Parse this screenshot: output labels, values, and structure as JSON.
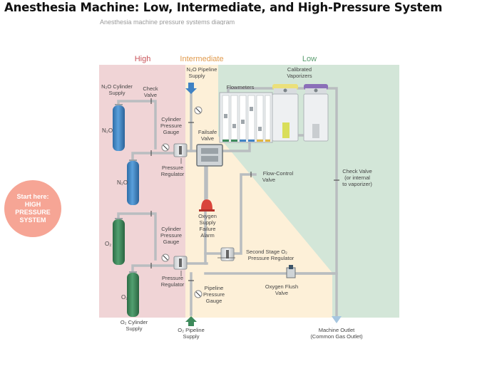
{
  "title": "Anesthesia Machine: Low, Intermediate, and High-Pressure System",
  "subtitle_clipped": "Anesthesia machine pressure systems diagram",
  "start_button": {
    "line1": "Start here:",
    "line2": "HIGH PRESSURE",
    "line3": "SYSTEM"
  },
  "zones": {
    "high": "High",
    "intermediate": "Intermediate",
    "low": "Low"
  },
  "colors": {
    "high_zone": "#f0d4d6",
    "intermediate_zone": "#fdf0d8",
    "low_zone": "#d3e6d8",
    "high_label": "#c9545a",
    "intermediate_label": "#e09a4c",
    "low_label": "#5a9d6f",
    "pipe": "#b9bdc0",
    "n2o_cylinder": "#3f82c4",
    "o2_cylinder": "#3d8a5b",
    "start_button": "#f6a595",
    "alarm": "#d9453b",
    "vaporizer_cap_yellow": "#ebe07a",
    "vaporizer_cap_purple": "#8b6fb8"
  },
  "labels": {
    "n2o_cylinder_supply": {
      "l1": "N₂O Cylinder",
      "l2": "Supply"
    },
    "check_valve_high": {
      "l1": "Check",
      "l2": "Valve"
    },
    "cylinder_pressure_gauge_n2o": {
      "l1": "Cylinder",
      "l2": "Pressure",
      "l3": "Gauge"
    },
    "pressure_regulator_n2o": {
      "l1": "Pressure",
      "l2": "Regulator"
    },
    "n2o_cyl_1": "N₂O",
    "n2o_cyl_2": "N₂O",
    "o2_cyl_1": "O₂",
    "o2_cyl_2": "O₂",
    "cylinder_pressure_gauge_o2": {
      "l1": "Cylinder",
      "l2": "Pressure",
      "l3": "Gauge"
    },
    "pressure_regulator_o2": {
      "l1": "Pressure",
      "l2": "Regulator"
    },
    "o2_cylinder_supply": {
      "l1": "O₂ Cylinder",
      "l2": "Supply"
    },
    "n2o_pipeline_supply": {
      "l1": "N₂O Pipeline",
      "l2": "Supply"
    },
    "failsafe_valve": {
      "l1": "Failsafe",
      "l2": "Valve"
    },
    "oxygen_supply_failure_alarm": {
      "l1": "Oxygen",
      "l2": "Supply",
      "l3": "Failure",
      "l4": "Alarm"
    },
    "second_stage_regulator": {
      "l1": "Second Stage O₂",
      "l2": "Pressure Regulator"
    },
    "pipeline_pressure_gauge": {
      "l1": "Pipeline",
      "l2": "Pressure",
      "l3": "Gauge"
    },
    "o2_pipeline_supply": {
      "l1": "O₂ Pipeline",
      "l2": "Supply"
    },
    "flowmeters": "Flowmeters",
    "calibrated_vaporizers": {
      "l1": "Calibrated",
      "l2": "Vaporizers"
    },
    "flow_control_valve": {
      "l1": "Flow-Control",
      "l2": "Valve"
    },
    "check_valve_low": {
      "l1": "Check Valve",
      "l2": "(or internal",
      "l3": "to vaporizer)"
    },
    "oxygen_flush_valve": {
      "l1": "Oxygen Flush",
      "l2": "Valve"
    },
    "machine_outlet": {
      "l1": "Machine Outlet",
      "l2": "(Common Gas Outlet)"
    }
  }
}
